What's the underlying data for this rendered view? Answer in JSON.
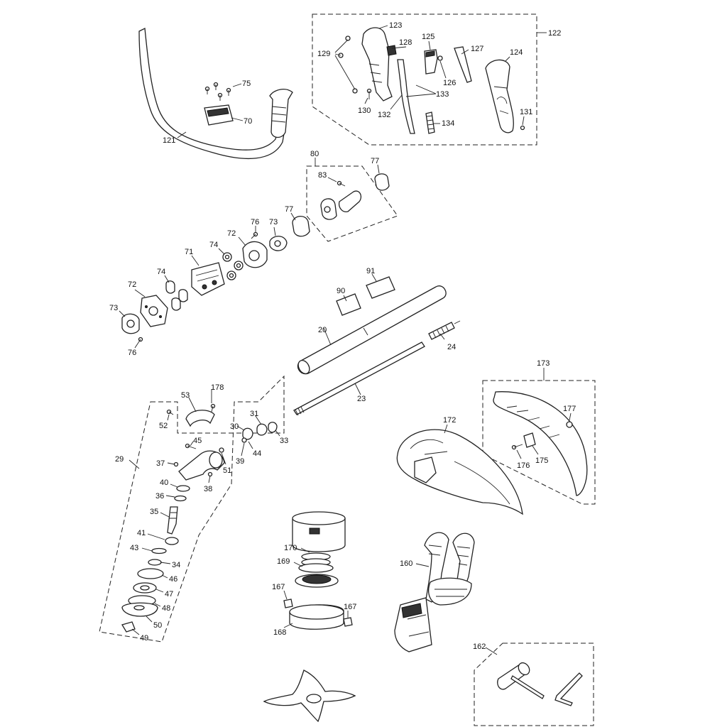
{
  "labels": {
    "p121": "121",
    "p75": "75",
    "p70": "70",
    "p122": "122",
    "p123": "123",
    "p129": "129",
    "p128": "128",
    "p125": "125",
    "p127": "127",
    "p124": "124",
    "p126": "126",
    "p133": "133",
    "p130": "130",
    "p132": "132",
    "p134": "134",
    "p131": "131",
    "p80": "80",
    "p83": "83",
    "p77a": "77",
    "p77b": "77",
    "p76a": "76",
    "p73a": "73",
    "p72a": "72",
    "p74a": "74",
    "p71": "71",
    "p74b": "74",
    "p72b": "72",
    "p73b": "73",
    "p76b": "76",
    "p90": "90",
    "p91": "91",
    "p20": "20",
    "p24": "24",
    "p23": "23",
    "p53": "53",
    "p178": "178",
    "p52": "52",
    "p31": "31",
    "p30": "30",
    "p33": "33",
    "p45": "45",
    "p29": "29",
    "p37": "37",
    "p51": "51",
    "p39": "39",
    "p44": "44",
    "p38": "38",
    "p40": "40",
    "p36": "36",
    "p35": "35",
    "p41": "41",
    "p43": "43",
    "p34": "34",
    "p46": "46",
    "p47": "47",
    "p48": "48",
    "p50": "50",
    "p49": "49",
    "p173": "173",
    "p177": "177",
    "p172": "172",
    "p176": "176",
    "p175": "175",
    "p170": "170",
    "p169": "169",
    "p167a": "167",
    "p167b": "167",
    "p168": "168",
    "p160": "160",
    "p162": "162"
  },
  "icons": {
    "handlebar": "handlebar-icon",
    "grip": "grip-icon",
    "shaft": "shaft-icon",
    "guard": "guard-icon",
    "harness": "harness-icon",
    "trimmer_head": "trimmer-head-icon",
    "blade": "blade-icon",
    "tools": "tool-kit-icon"
  }
}
